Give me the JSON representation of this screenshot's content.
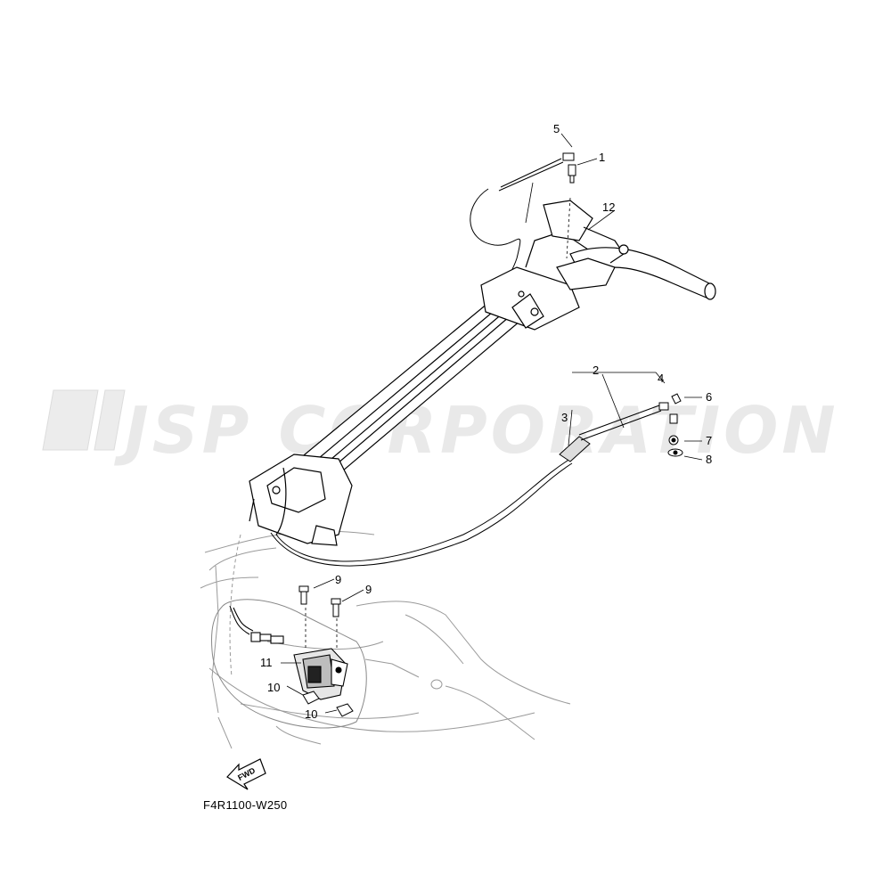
{
  "watermark": {
    "text": "JSP CORPORATION"
  },
  "diagram_code": "F4R1100-W250",
  "fwd_label": "FWD",
  "callouts": [
    {
      "id": "c5",
      "text": "5"
    },
    {
      "id": "c1",
      "text": "1"
    },
    {
      "id": "c12",
      "text": "12"
    },
    {
      "id": "c2",
      "text": "2"
    },
    {
      "id": "c4",
      "text": "4"
    },
    {
      "id": "c3",
      "text": "3"
    },
    {
      "id": "c6",
      "text": "6"
    },
    {
      "id": "c7",
      "text": "7"
    },
    {
      "id": "c8",
      "text": "8"
    },
    {
      "id": "c9a",
      "text": "9"
    },
    {
      "id": "c9b",
      "text": "9"
    },
    {
      "id": "c11",
      "text": "11"
    },
    {
      "id": "c10a",
      "text": "10"
    },
    {
      "id": "c10b",
      "text": "10"
    }
  ]
}
